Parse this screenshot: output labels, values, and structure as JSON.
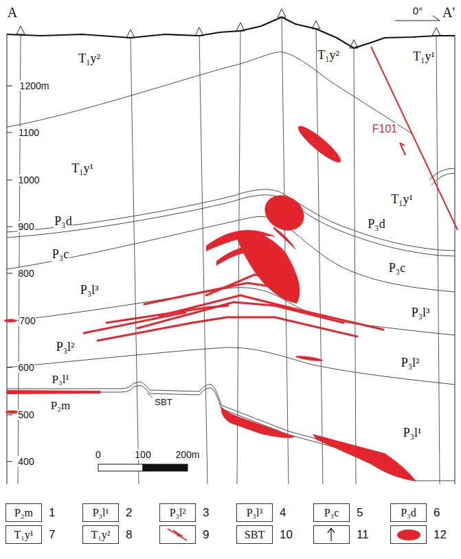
{
  "diagram": {
    "nodes": [
      {
        "text": [
          "P₂m"
        ]
      },
      {
        "text": [
          "P₃l¹"
        ]
      },
      {
        "text": [
          "P₃l²"
        ]
      },
      {
        "text": [
          "P₃l³"
        ]
      },
      {
        "text": [
          "P₃c"
        ]
      },
      {
        "text": [
          "P₃d"
        ]
      },
      {
        "text": [
          "T₁y¹"
        ]
      },
      {
        "text": [
          "T₁y²"
        ]
      },
      {
        "text": [
          "SBT"
        ]
      }
    ],
    "labels": [
      "A",
      "0°",
      "A'",
      "1200m",
      "T₁y²",
      "T₁y²",
      "T₁y¹",
      "F101",
      "1100",
      "T₁y¹",
      "1000",
      "T₁y¹",
      "P₃d",
      "900",
      "P₃c",
      "P₃d",
      "800",
      "P₃l³",
      "P₃c",
      "700",
      "P₃l³",
      "P₃l²",
      "P₃l²",
      "600",
      "P₃l¹",
      "P₂m",
      "SBT",
      "500",
      "P₃l¹",
      "400",
      "0",
      "100",
      "200m"
    ],
    "legend": [
      {
        "text": "1"
      },
      {
        "text": "2"
      },
      {
        "text": "3"
      },
      {
        "text": "4"
      },
      {
        "text": "5"
      },
      {
        "text": "6"
      },
      {
        "text": "7"
      },
      {
        "text": "8"
      },
      {
        "text": "9"
      },
      {
        "text": "10"
      },
      {
        "text": "11"
      },
      {
        "text": "12",
        "color": "#e3262d"
      }
    ]
  }
}
